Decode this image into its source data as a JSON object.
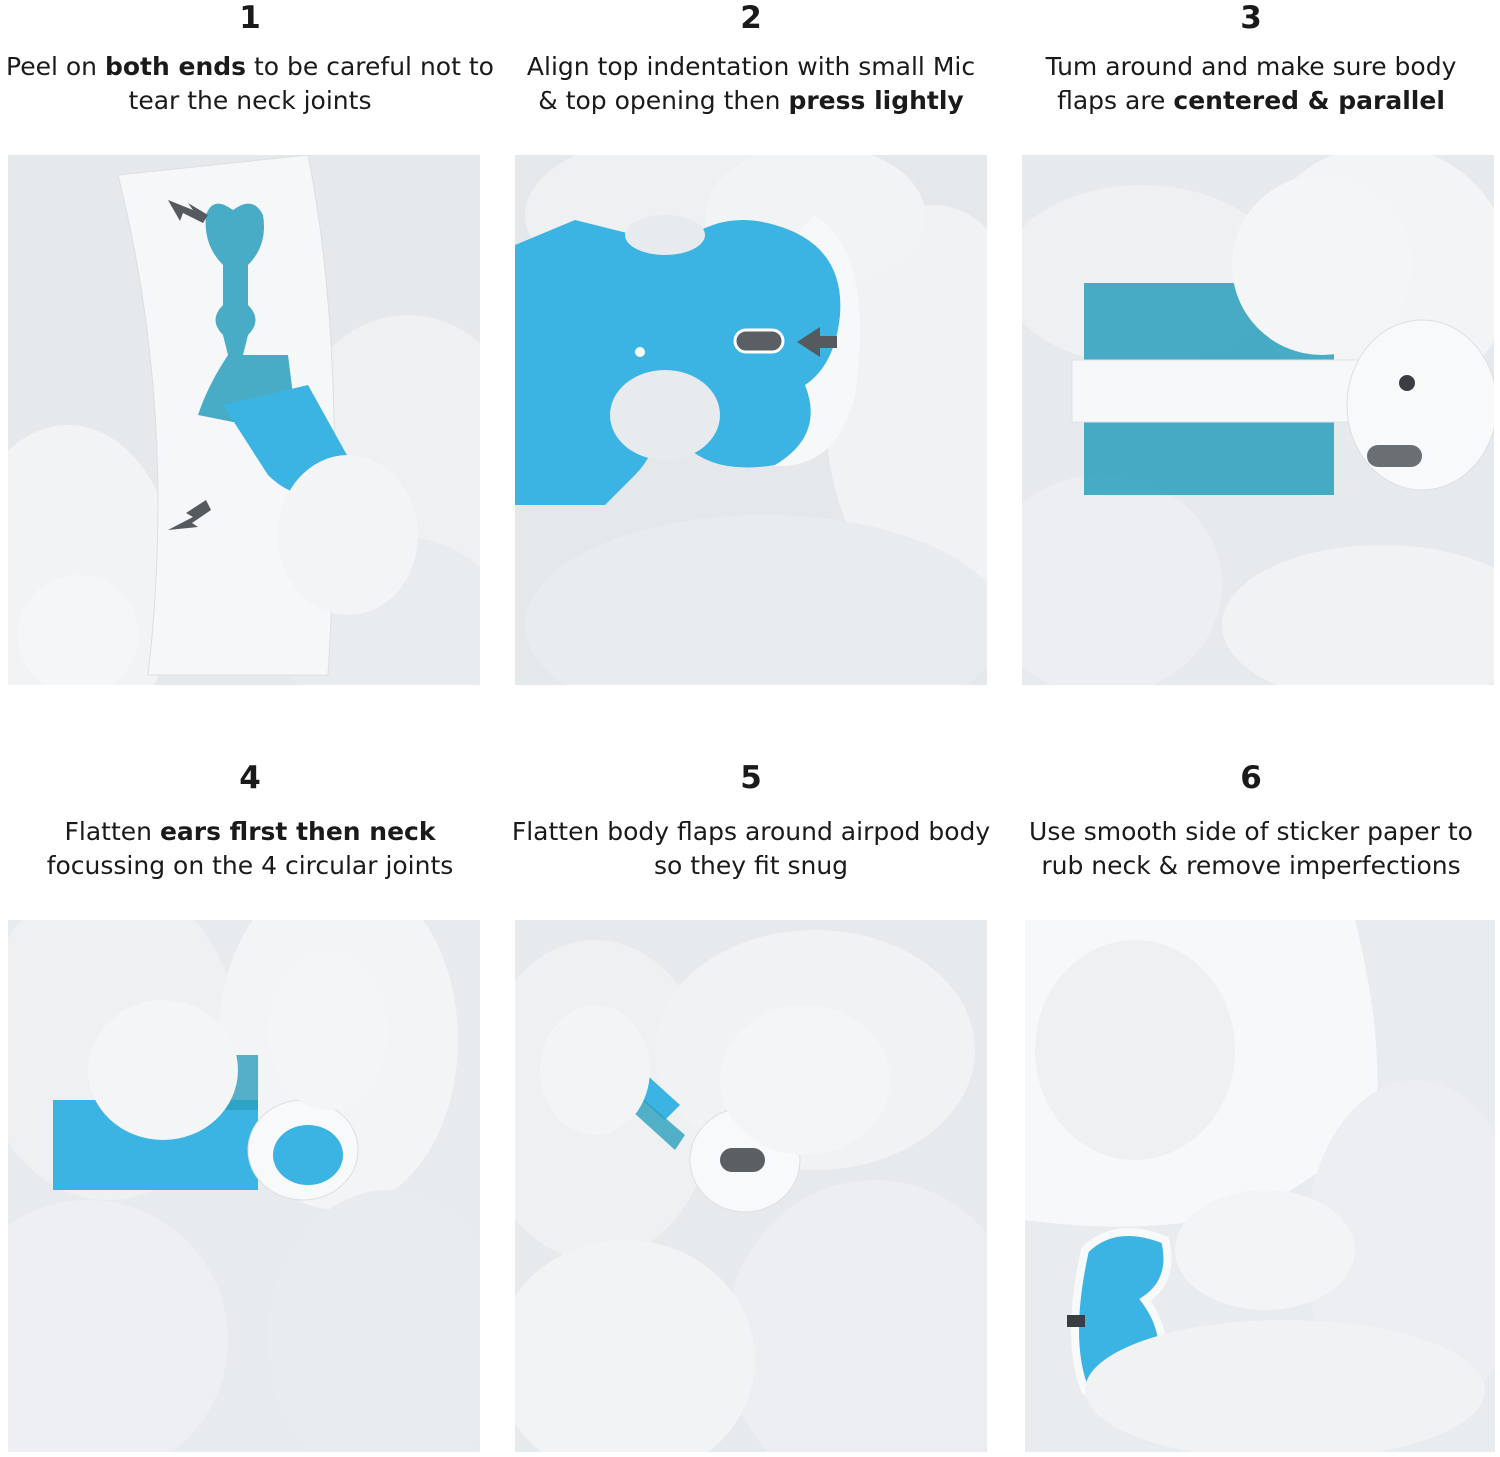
{
  "steps": [
    {
      "number": "1",
      "line1": [
        "Peel on ",
        "both ends",
        " to be careful not to"
      ],
      "line2": [
        "tear the neck joints",
        "",
        ""
      ]
    },
    {
      "number": "2",
      "line1": [
        "Align top indentation with small Mic",
        "",
        ""
      ],
      "line2": [
        "& top opening then ",
        "press lightly",
        ""
      ]
    },
    {
      "number": "3",
      "line1": [
        "Tum around and make sure body",
        "",
        ""
      ],
      "line2": [
        "flaps are ",
        "centered & parallel",
        ""
      ]
    },
    {
      "number": "4",
      "line1": [
        "Flatten ",
        "ears flrst then neck",
        ""
      ],
      "line2": [
        "focussing on the 4 circular joints",
        "",
        ""
      ]
    },
    {
      "number": "5",
      "line1": [
        "Flatten body flaps around airpod body",
        "",
        ""
      ],
      "line2": [
        "so they fit snug",
        "",
        ""
      ]
    },
    {
      "number": "6",
      "line1": [
        "Use smooth side of sticker paper to",
        "",
        ""
      ],
      "line2": [
        "rub neck & remove imperfections",
        "",
        ""
      ]
    }
  ],
  "colors": {
    "sticker_blue": "#3bb3e3",
    "sticker_teal": "#2a9fbd",
    "glove": "#eef0f2",
    "shadow": "#cfd4d9",
    "arrow": "#555a5e"
  },
  "icons": [
    "arrow-icon"
  ]
}
